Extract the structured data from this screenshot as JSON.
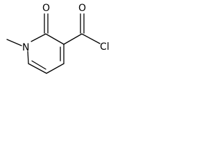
{
  "structure": {
    "atoms": {
      "n_ring": "N",
      "o_ketone": "O",
      "o_acyl": "O",
      "cl": "Cl"
    }
  }
}
